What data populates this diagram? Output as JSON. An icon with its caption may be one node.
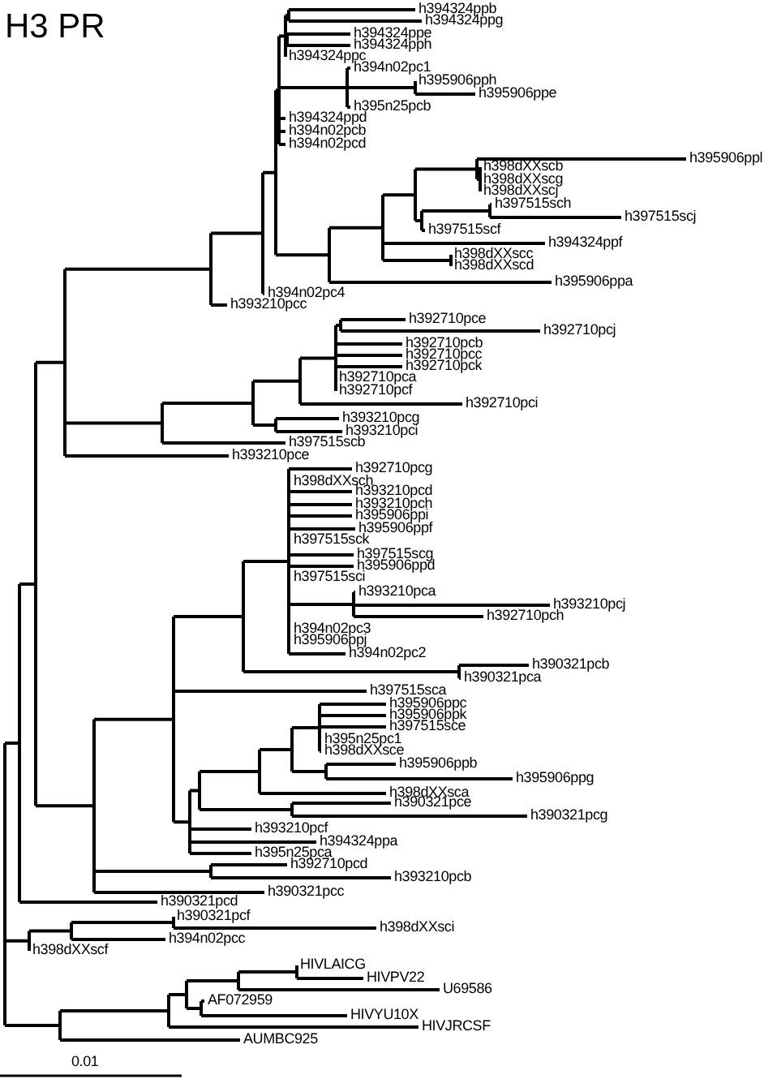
{
  "diagram": {
    "title": "H3 PR",
    "labels": [
      "h394324ppb",
      "h394324ppg",
      "h394324ppe",
      "h394324pph",
      "h394324ppc",
      "h394n02pc1",
      "h395906pph",
      "h395906ppe",
      "h395n25pcb",
      "h394324ppd",
      "h394n02pcb",
      "h394n02pcd",
      "h395906ppl",
      "h398dXXscb",
      "h398dXXscg",
      "h398dXXscj",
      "h397515sch",
      "h397515scj",
      "h397515scf",
      "h394324ppf",
      "h398dXXscc",
      "h398dXXscd",
      "h395906ppa",
      "h394n02pc4",
      "h393210pcc",
      "h392710pce",
      "h392710pcj",
      "h392710pcb",
      "h392710pcc",
      "h392710pck",
      "h392710pca",
      "h392710pcf",
      "h392710pci",
      "h393210pcg",
      "h393210pci",
      "h397515scb",
      "h393210pce",
      "h392710pcg",
      "h398dXXsch",
      "h393210pcd",
      "h393210pch",
      "h395906ppi",
      "h395906ppf",
      "h397515sck",
      "h397515scg",
      "h395906ppd",
      "h397515sci",
      "h393210pca",
      "h393210pcj",
      "h392710pch",
      "h394n02pc3",
      "h395906ppj",
      "h394n02pc2",
      "h390321pcb",
      "h390321pca",
      "h397515sca",
      "h395906ppc",
      "h395906ppk",
      "h397515sce",
      "h395n25pc1",
      "h398dXXsce",
      "h395906ppb",
      "h395906ppg",
      "h398dXXsca",
      "h390321pce",
      "h390321pcg",
      "h393210pcf",
      "h394324ppa",
      "h395n25pca",
      "h392710pcd",
      "h393210pcb",
      "h390321pcc",
      "h390321pcd",
      "h390321pcf",
      "h398dXXsci",
      "h394n02pcc",
      "h398dXXscf",
      "HIVLAICG",
      "HIVPV22",
      "U69586",
      "AF072959",
      "HIVYU10X",
      "HIVJRCSF",
      "AUMBC925",
      "0.01"
    ]
  }
}
